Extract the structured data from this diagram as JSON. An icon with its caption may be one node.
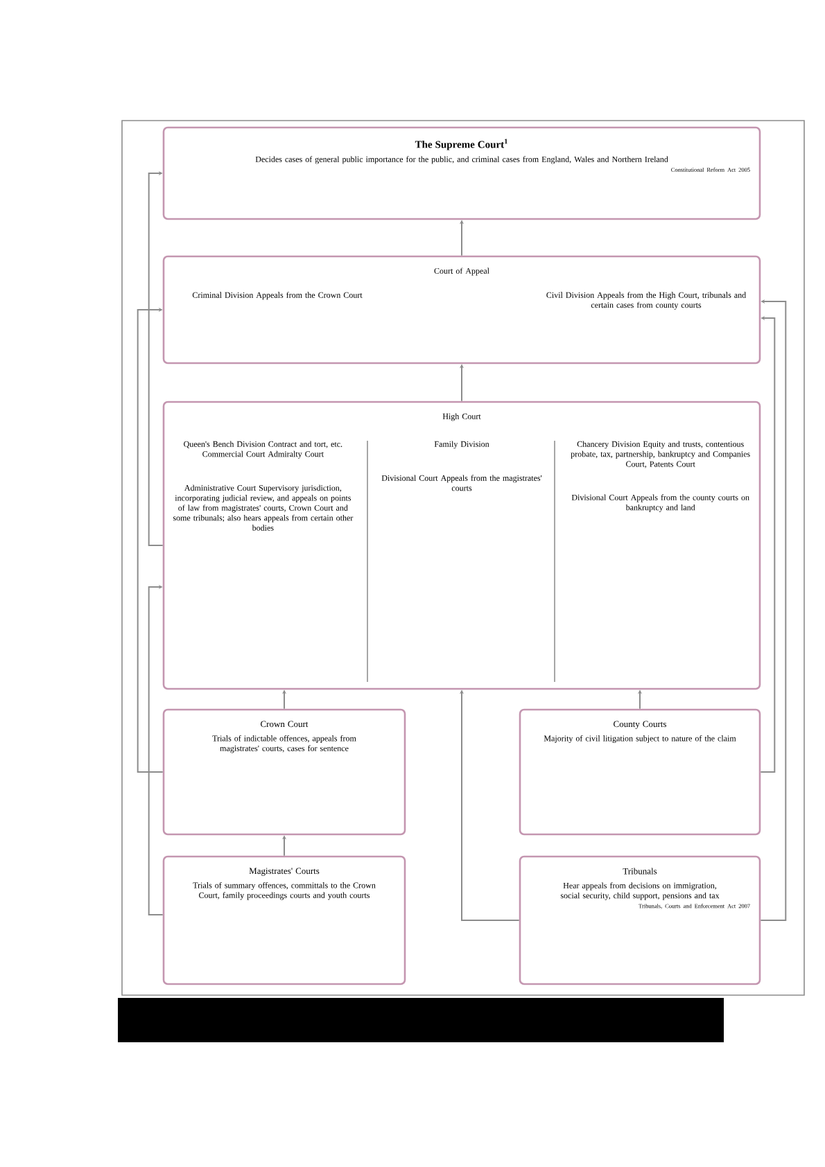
{
  "diagram": {
    "nodes": [
      {
        "text": [
          "The Supreme Court$^{1}$",
          "Decides cases of general public importance for the public, and criminal cases from England, Wales and Northern Ireland",
          "Constitutional Reform Act 2005"
        ]
      },
      {
        "text": [
          "Court of Appeal",
          "Criminal Division Appeals from the Crown Court",
          "Civil Division Appeals from the High Court, tribunals and certain cases from county courts"
        ]
      },
      {
        "text": [
          "High Court"
        ]
      },
      {
        "text": [
          "Queen's Bench Division Contract and tort, etc. Commercial Court Admiralty Court",
          "Administrative Court Supervisory jurisdiction, incorporating judicial review, and appeals on points of law from magistrates' courts, Crown Court and some tribunals; also hears appeals from certain other bodies"
        ],
        "in": 2
      },
      {
        "text": [
          "Family Division",
          "Divisional Court Appeals from the magistrates' courts"
        ],
        "in": 2
      },
      {
        "text": [
          "Chancery Division Equity and trusts, contentious probate, tax, partnership, bankruptcy and Companies Court, Patents Court",
          "Divisional Court Appeals from the county courts on bankruptcy and land"
        ],
        "in": 2
      },
      {
        "text": [
          "Crown Court",
          "Trials of indictable offences, appeals from magistrates' courts, cases for sentence"
        ]
      },
      {
        "text": [
          "County Courts",
          "Majority of civil litigation subject to nature of the claim"
        ]
      },
      {
        "text": [
          "Magistrates' Courts",
          "Trials of summary offences, committals to the Crown Court, family proceedings courts and youth courts"
        ]
      },
      {
        "text": [
          "Tribunals",
          "Hear appeals from decisions on immigration, social security, child support, pensions and tax",
          "Tribunals, Courts and Enforcement Act 2007"
        ]
      }
    ],
    "edges": [
      {
        "from": 1,
        "to": 0,
        "arrow": "to"
      },
      {
        "from": 2,
        "to": 1,
        "arrow": "to"
      },
      {
        "from": 2,
        "to": 0,
        "arrow": "to"
      },
      {
        "from": 6,
        "to": 1,
        "arrow": "to"
      },
      {
        "from": 6,
        "to": 2,
        "arrow": "to"
      },
      {
        "from": 8,
        "to": 6,
        "arrow": "to"
      },
      {
        "from": 8,
        "to": 2,
        "arrow": "to"
      },
      {
        "from": 7,
        "to": 2,
        "arrow": "to"
      },
      {
        "from": 9,
        "to": 2,
        "arrow": "to"
      },
      {
        "from": 7,
        "to": 1,
        "arrow": "to"
      },
      {
        "from": 9,
        "to": 1,
        "arrow": "to"
      }
    ]
  }
}
